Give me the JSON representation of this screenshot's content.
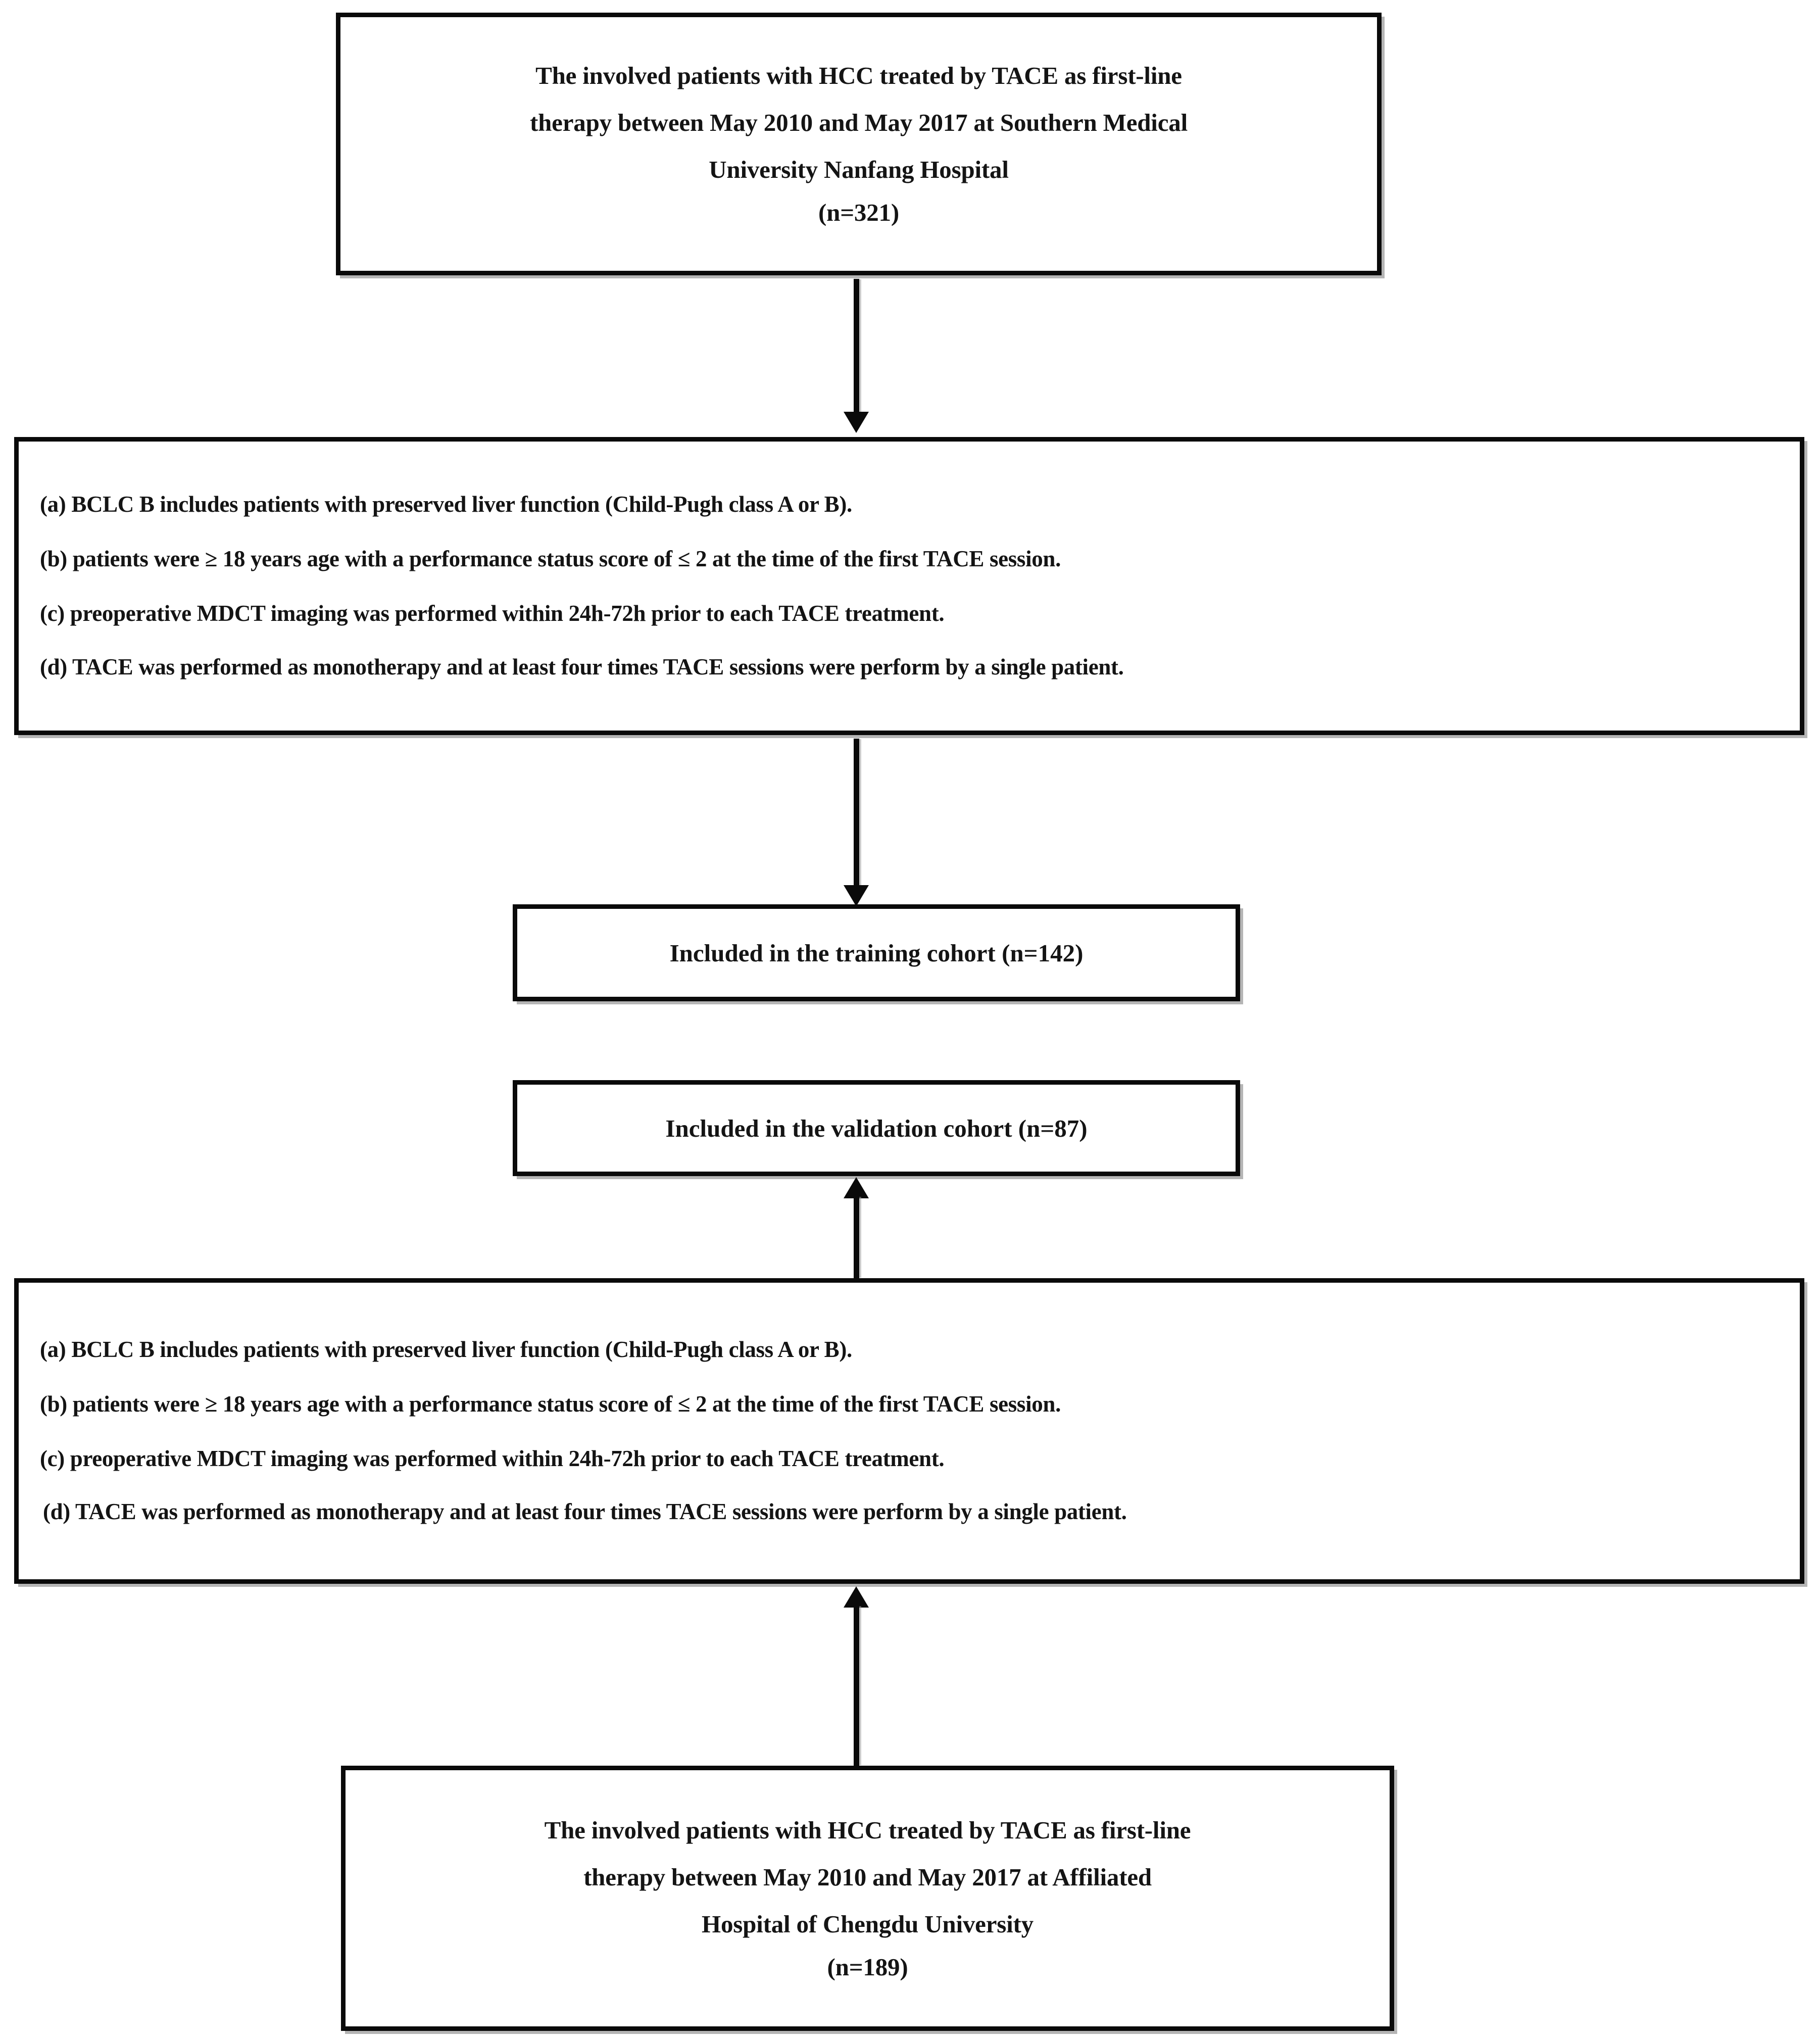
{
  "diagram": {
    "type": "flowchart",
    "title": "Patient selection flowchart",
    "colors": {
      "box_border": "#0a0a0a",
      "box_fill": "#ffffff",
      "text": "#141414",
      "arrow": "#0a0a0a",
      "shadow": "#787878"
    }
  },
  "nodes": {
    "source_training": {
      "name": "source-cohort-training",
      "lines": [
        "The involved patients with HCC treated by TACE as first-line",
        "therapy between May 2010 and May 2017 at Southern Medical",
        "University Nanfang Hospital",
        "(n=321)"
      ],
      "count": 321
    },
    "criteria_top": {
      "name": "inclusion-criteria-training",
      "items": [
        "(a)  BCLC B includes patients with preserved liver function (Child-Pugh class A or B).",
        "(b) patients were ≥ 18 years age with a performance status score of ≤ 2 at the time of the first TACE session.",
        "(c) preoperative MDCT imaging was performed within 24h-72h prior to each TACE treatment.",
        "(d) TACE was performed as monotherapy and at least four times TACE sessions were perform by a single patient."
      ]
    },
    "training_cohort": {
      "name": "training-cohort",
      "label": "Included in the training cohort (n=142)",
      "count": 142
    },
    "validation_cohort": {
      "name": "validation-cohort",
      "label": "Included in the validation cohort (n=87)",
      "count": 87
    },
    "criteria_bottom": {
      "name": "inclusion-criteria-validation",
      "items": [
        "(a)  BCLC B includes patients with preserved liver function (Child-Pugh class A or B).",
        "(b) patients were ≥ 18 years age with a performance status score of ≤ 2 at the time of the first TACE session.",
        "(c) preoperative MDCT imaging was performed within 24h-72h prior to each TACE treatment.",
        "(d) TACE was performed as monotherapy and at least four times TACE sessions were perform by a single patient."
      ]
    },
    "source_validation": {
      "name": "source-cohort-validation",
      "lines": [
        "The involved patients with HCC treated by TACE as first-line",
        "therapy between May 2010 and May 2017 at Affiliated",
        "Hospital of Chengdu University",
        "(n=189)"
      ],
      "count": 189
    }
  },
  "arrows": [
    {
      "name": "arrow-source-training-to-criteria",
      "direction": "down"
    },
    {
      "name": "arrow-criteria-to-training-cohort",
      "direction": "down"
    },
    {
      "name": "arrow-criteria-bottom-to-validation-cohort",
      "direction": "up"
    },
    {
      "name": "arrow-source-validation-to-criteria-bottom",
      "direction": "up"
    }
  ]
}
